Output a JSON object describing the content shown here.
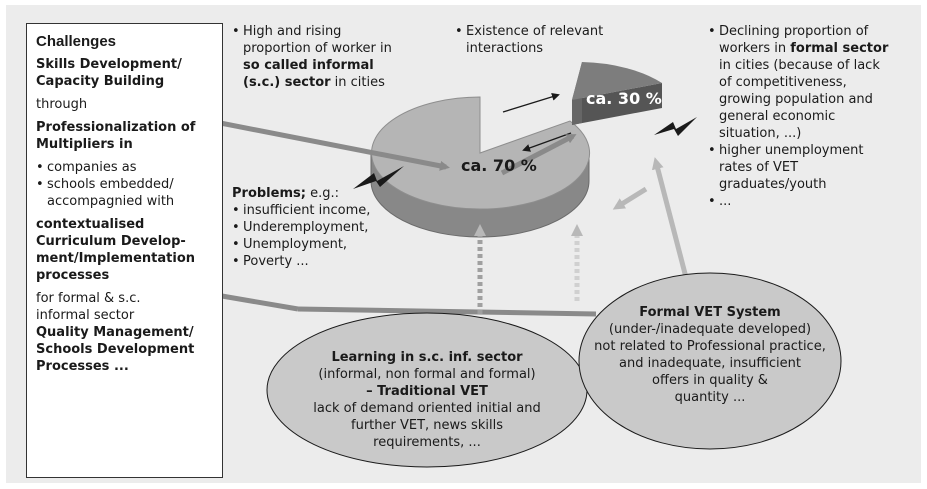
{
  "challenges": {
    "title": "Challenges",
    "skills_line1": "Skills Development/",
    "skills_line2": "Capacity Building",
    "through": "through",
    "prof_line1": "Professionalization of",
    "prof_line2": "Multipliers in",
    "bullet1": "companies as",
    "bullet2_line1": "schools embedded/",
    "bullet2_line2": "accompagnied with",
    "curr_line1": "contextualised",
    "curr_line2": "Curriculum Develop-",
    "curr_line3": "ment/Implementation",
    "curr_line4": "processes",
    "for_line1": "for formal & s.c.",
    "for_line2": "informal sector",
    "qm_line1": "Quality Management/",
    "qm_line2": "Schools Development",
    "qm_line3": "Processes ..."
  },
  "top_left": {
    "line1": "High and rising",
    "line2": "proportion of worker in",
    "line3": "so called informal",
    "line4": "(s.c.) sector",
    "line4_rest": " in cities"
  },
  "top_center": {
    "line1": "Existence of relevant",
    "line2": "interactions"
  },
  "top_right": {
    "line1": "Declining proportion of",
    "line2_pre": "workers in ",
    "line2_bold": "formal sector",
    "line3": "in cities (because of lack",
    "line4": "of competitiveness,",
    "line5": "growing population and",
    "line6": "general economic",
    "line7": "situation, ...)",
    "bullet2_line1": "higher unemployment",
    "bullet2_line2": "rates of VET",
    "bullet2_line3": "graduates/youth",
    "bullet3": "..."
  },
  "problems": {
    "title": "Problems;",
    "title_rest": " e.g.:",
    "items": [
      "insufficient income,",
      "Underemployment,",
      "Unemployment,",
      "Poverty ..."
    ]
  },
  "pie": {
    "label_large": "ca. 70 %",
    "label_small": "ca. 30 %"
  },
  "learning": {
    "line1": "Learning in s.c. inf. sector",
    "line2": "(informal, non formal and formal)",
    "line3": "– Traditional VET",
    "line4": "lack of demand oriented initial and",
    "line5": "further VET, news skills",
    "line6": "requirements, ..."
  },
  "formal": {
    "line1": "Formal VET System",
    "line2": "(under-/inadequate developed)",
    "line3": "not related to Professional practice,",
    "line4": "and inadequate, insufficient",
    "line5": "offers in quality &",
    "line6": "quantity ..."
  },
  "colors": {
    "background": "#ececec",
    "pie_top": "#b5b5b5",
    "pie_side": "#888888",
    "slice_top": "#7d7d7d",
    "slice_side": "#555555",
    "ellipse_fill": "#c9c9c9",
    "arrow_dark": "#8a8a8a",
    "arrow_light": "#b8b8b8"
  }
}
